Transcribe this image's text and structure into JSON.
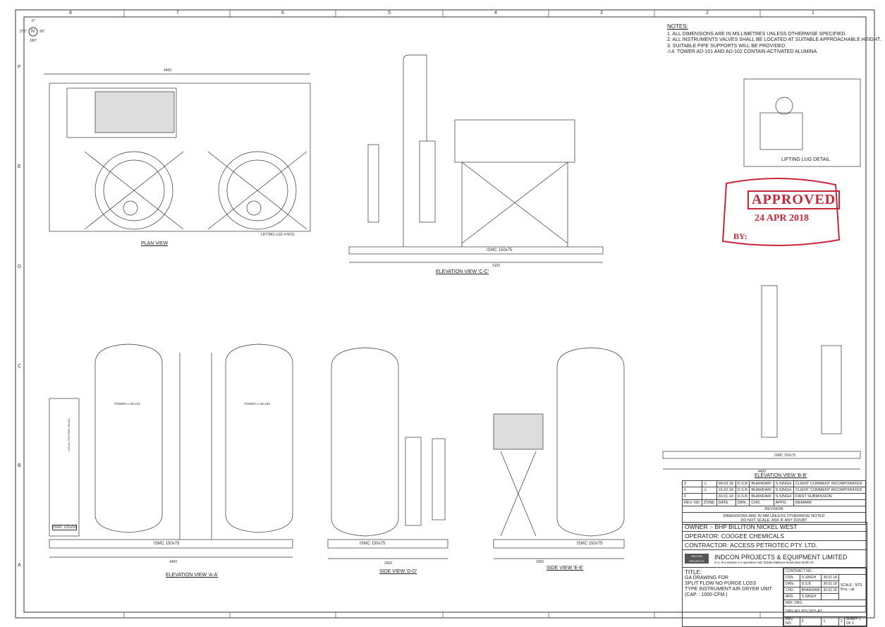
{
  "grid": {
    "columns": [
      "8",
      "7",
      "6",
      "5",
      "4",
      "3",
      "2",
      "1"
    ],
    "rows": [
      "F",
      "E",
      "D",
      "C",
      "B",
      "A"
    ]
  },
  "compass": {
    "north": "0°",
    "east": "90°",
    "south": "180°",
    "west": "270°",
    "letter": "N"
  },
  "notes": {
    "heading": "NOTES:",
    "items": [
      "1. ALL DIMENSIONS ARE IN MILLIMETRES UNLESS OTHERWISE SPECIFIED.",
      "2. ALL  INSTRUMENTS  VALVES SHALL BE LOCATED AT SUITABLE APPROACHABLE HEIGHT.",
      "3. SUITABLE PIPE SUPPORTS WILL BE PROVIDED.",
      "⚠4. TOWER AD-101 AND AD-102 CONTAIN ACTIVATED ALUMINA."
    ]
  },
  "views": {
    "plan": "PLAN VIEW",
    "cc": "ELEVATION VIEW 'C-C'",
    "aa": "ELEVATION VIEW 'A-A'",
    "dd": "SIDE VIEW 'D-D'",
    "ee": "SIDE VIEW 'E-E'",
    "bb": "ELEVATION VIEW 'B-B'",
    "lug": "LIFTING LUG DETAIL"
  },
  "labels": {
    "ismc": "ISMC 150x75",
    "ismc_small": "ISMC 100x50",
    "tower1": "TOWER-1 AD-101",
    "tower2": "TOWER-1 AD-102",
    "panel": "LOCAL CONTROL PANEL",
    "lifting": "LIFTING LUG 4 NOS.",
    "dims": {
      "aa_total": "4400",
      "cc_total": "3100",
      "dd_total": "2600",
      "ee_total": "2000",
      "bb_total": "4400",
      "plan_total": "4400"
    }
  },
  "stamp": {
    "text": "APPROVED",
    "date": "24 APR 2018",
    "by": "BY:"
  },
  "revisions": {
    "rows": [
      {
        "rev": "2",
        "zone": "⚠",
        "date": "08.03.18",
        "drn": "D.S.B",
        "chd": "BHANDARI",
        "appd": "S.SINGH",
        "remark": "CLIENT COMMENT INCORPORATED"
      },
      {
        "rev": "1",
        "zone": "⚠",
        "date": "16.02.18",
        "drn": "D.S.B",
        "chd": "BHANDARI",
        "appd": "S.SINGH",
        "remark": "CLIENT COMMENT INCORPORATED"
      },
      {
        "rev": "0",
        "zone": "",
        "date": "30.01.18",
        "drn": "D.S.B",
        "chd": "BHANDARI",
        "appd": "S.SINGH",
        "remark": "FIRST SUBMISSION"
      }
    ],
    "headers": {
      "rev": "REV. NO",
      "zone": "ZONE",
      "date": "DATE",
      "drn": "DRN.",
      "chd": "CHD.",
      "appd": "APPD.",
      "remark": "REMARK"
    },
    "caption": "REVISION",
    "disclaimer1": "DIMENSIONS ARE IN MM UNLESS OTHERWISE NOTED",
    "disclaimer2": "DO NOT SCALE. ASK IF ANY DOUBT"
  },
  "titleblock": {
    "owner": "OWNER :- BHP BILLITON NICKEL WEST",
    "operator": "OPERATOR:   COOGEE CHEMICALS",
    "contractor": "CONTRACTOR: ACCESS PETROTEC PTY. LTD.",
    "company": "INDCON PROJECTS & EQUIPMENT LIMITED",
    "address": "G-1, B-1,Mohan Co-operative Indl. Estate,Mathura Road,New Delhi-44",
    "logo": "INDCON PROJECTS",
    "title_label": "TITLE:",
    "title_lines": [
      "GA DRAWING FOR",
      "SPLIT FLOW  NO PURGE LOSS",
      "TYPE INSTRUMENT AIR DRYER UNIT",
      "(CAP. : 1000 CFM.)"
    ],
    "contract": "CONTRACT NO. :",
    "dsn": {
      "label": "DSN.",
      "name": "S.SINGH",
      "date": "30.01.18"
    },
    "drn": {
      "label": "DRN.",
      "name": "D.S.B",
      "date": "30.01.18"
    },
    "chd": {
      "label": "CHD.",
      "name": "BHANDARI",
      "date": "30.01.18"
    },
    "apd": {
      "label": "APD.",
      "name": "S.SINGH",
      "date": "-"
    },
    "scale": "SCALE : NTS",
    "proj": "Proj.",
    "ref": "REF. DRG.",
    "drg_no": "DRG.NO.  IPS-1831-A2",
    "rev_label": "REV. NO.",
    "revs": [
      "0",
      "1",
      "2"
    ],
    "sheet": "SHEET  1 OF 1"
  }
}
